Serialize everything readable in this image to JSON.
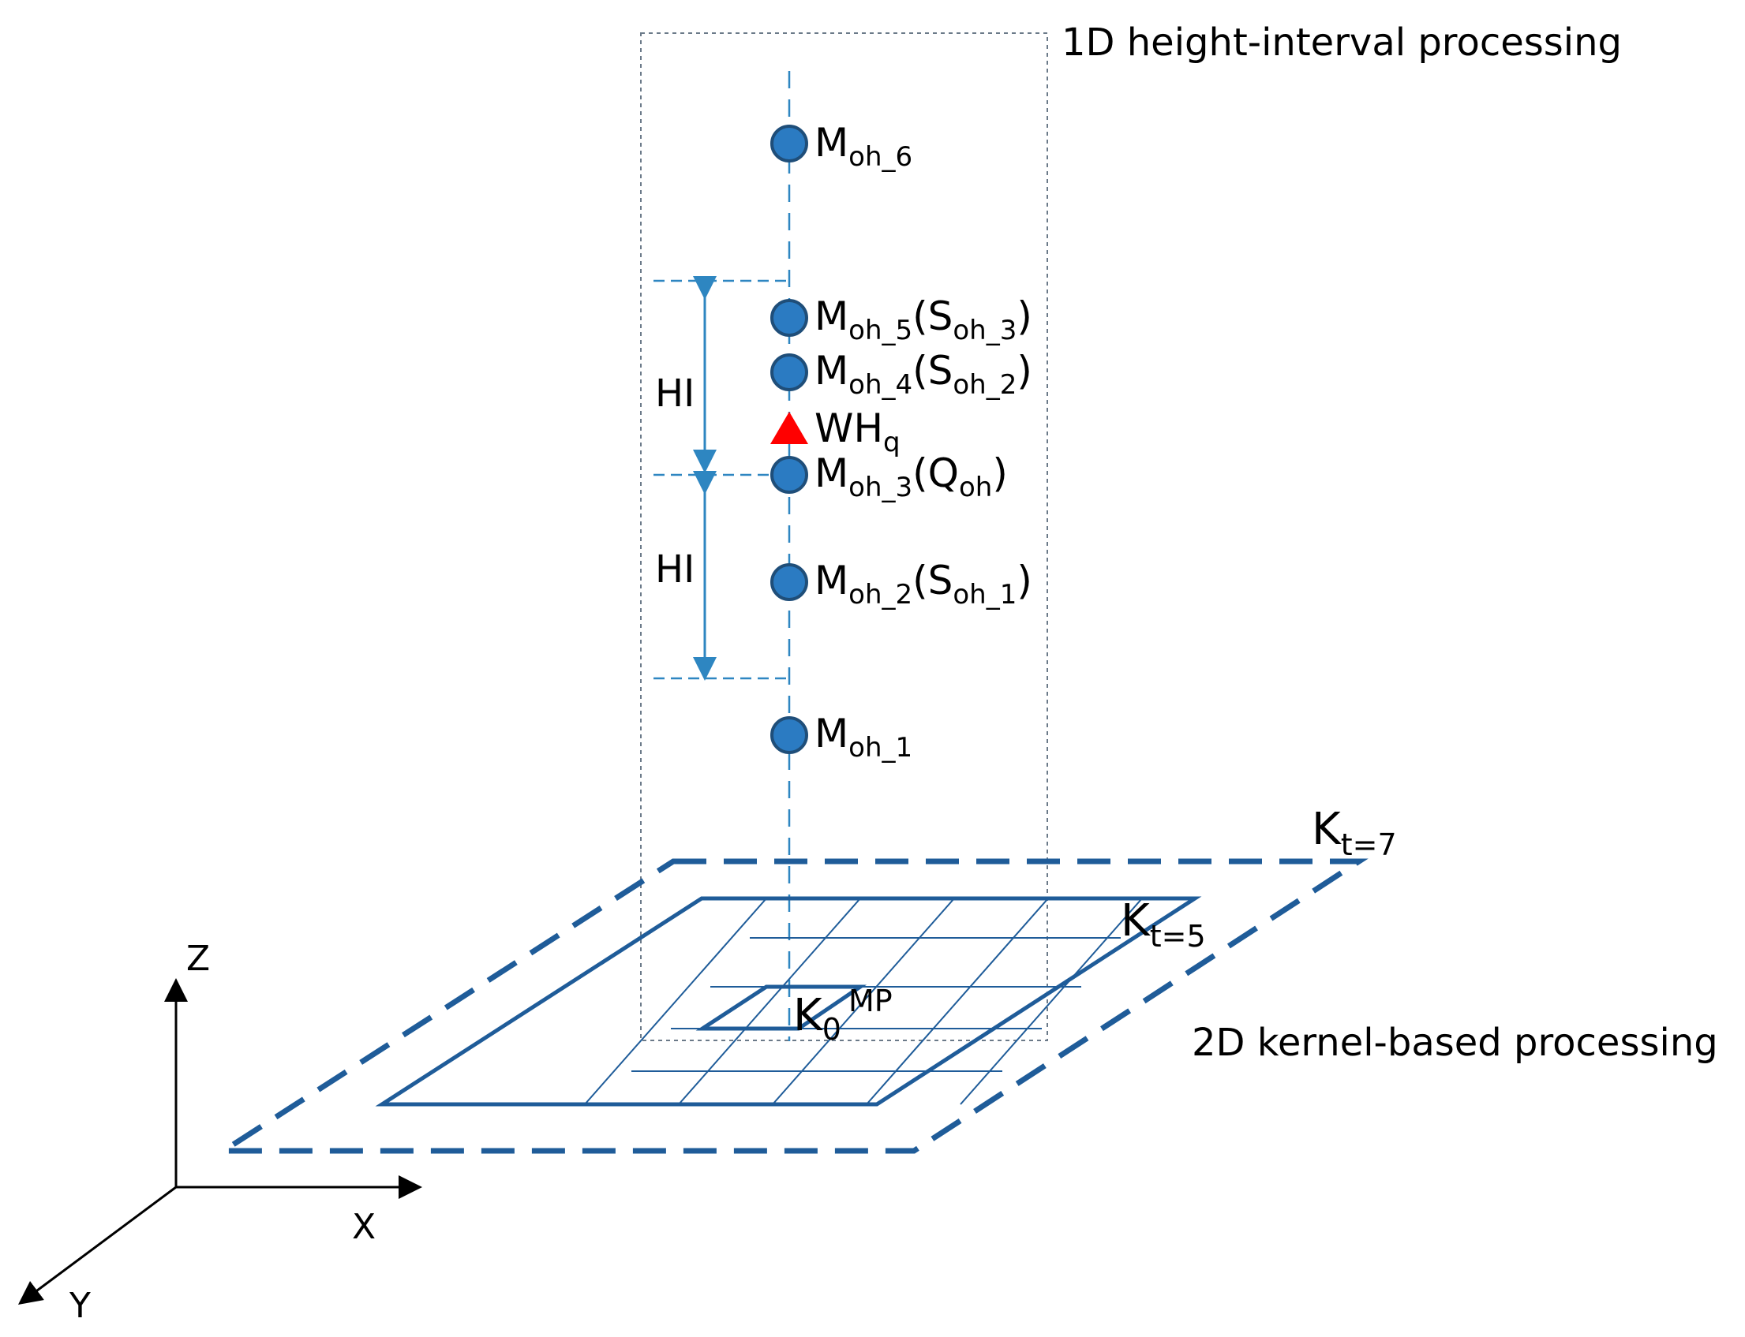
{
  "labels": {
    "top_title": "1D height-interval processing",
    "bottom_title": "2D kernel-based processing",
    "hi_upper": "HI",
    "hi_lower": "HI"
  },
  "measurements": [
    {
      "base": "M",
      "sub": "oh_6",
      "suffix": ""
    },
    {
      "base": "M",
      "sub": "oh_5",
      "suffix": "(S",
      "suffix_sub": "oh_3",
      "close": ")"
    },
    {
      "base": "M",
      "sub": "oh_4",
      "suffix": "(S",
      "suffix_sub": "oh_2",
      "close": ")"
    },
    {
      "base": "M",
      "sub": "oh_3",
      "suffix": "(Q",
      "suffix_sub": "oh",
      "close": ")"
    },
    {
      "base": "M",
      "sub": "oh_2",
      "suffix": "(S",
      "suffix_sub": "oh_1",
      "close": ")"
    },
    {
      "base": "M",
      "sub": "oh_1",
      "suffix": ""
    }
  ],
  "query": {
    "base": "WH",
    "sub": "q"
  },
  "kernels": {
    "k7": {
      "base": "K",
      "sub": "t=7"
    },
    "k5": {
      "base": "K",
      "sub": "t=5"
    },
    "k0": {
      "base": "K",
      "sub": "0",
      "sup": "MP"
    }
  },
  "axes": {
    "x": "X",
    "y": "Y",
    "z": "Z"
  },
  "colors": {
    "point_fill": "#2b7bc2",
    "point_stroke": "#1f4e79",
    "grid": "#1f5c99",
    "dashed_line": "#2e86c1",
    "query": "#ff0000",
    "box": "#6b7a89"
  }
}
